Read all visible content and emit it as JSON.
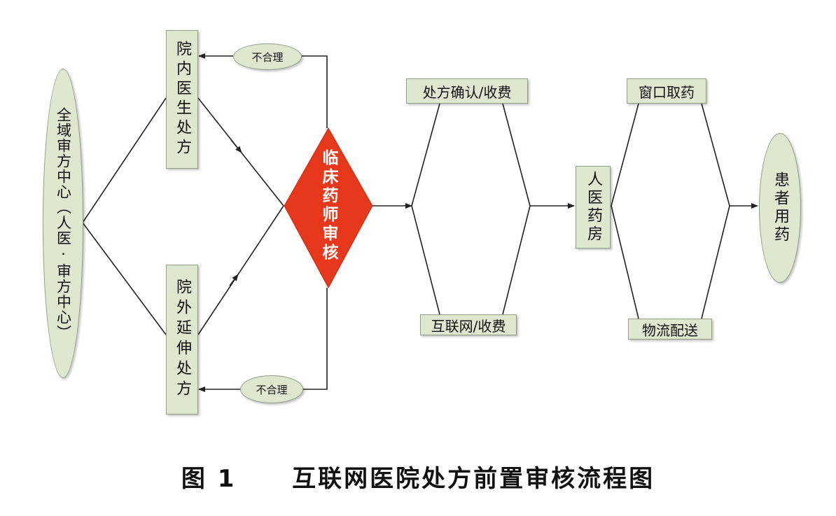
{
  "nodes": {
    "center": "全域审方中心（人医·审方中心）",
    "inpatient": "院内医生处方",
    "outpatient": "院外延伸处方",
    "review": "临床药师审核",
    "confirm": "处方确认/收费",
    "internet": "互联网/收费",
    "pharmacy": "人医药房",
    "window": "窗口取药",
    "logistics": "物流配送",
    "patient": "患者用药",
    "unreasonable_top": "不合理",
    "unreasonable_bottom": "不合理"
  },
  "colors": {
    "box_fill": "#dde8cf",
    "diamond_fill": "#e8381b"
  },
  "caption": {
    "label": "图 1",
    "title": "互联网医院处方前置审核流程图"
  }
}
